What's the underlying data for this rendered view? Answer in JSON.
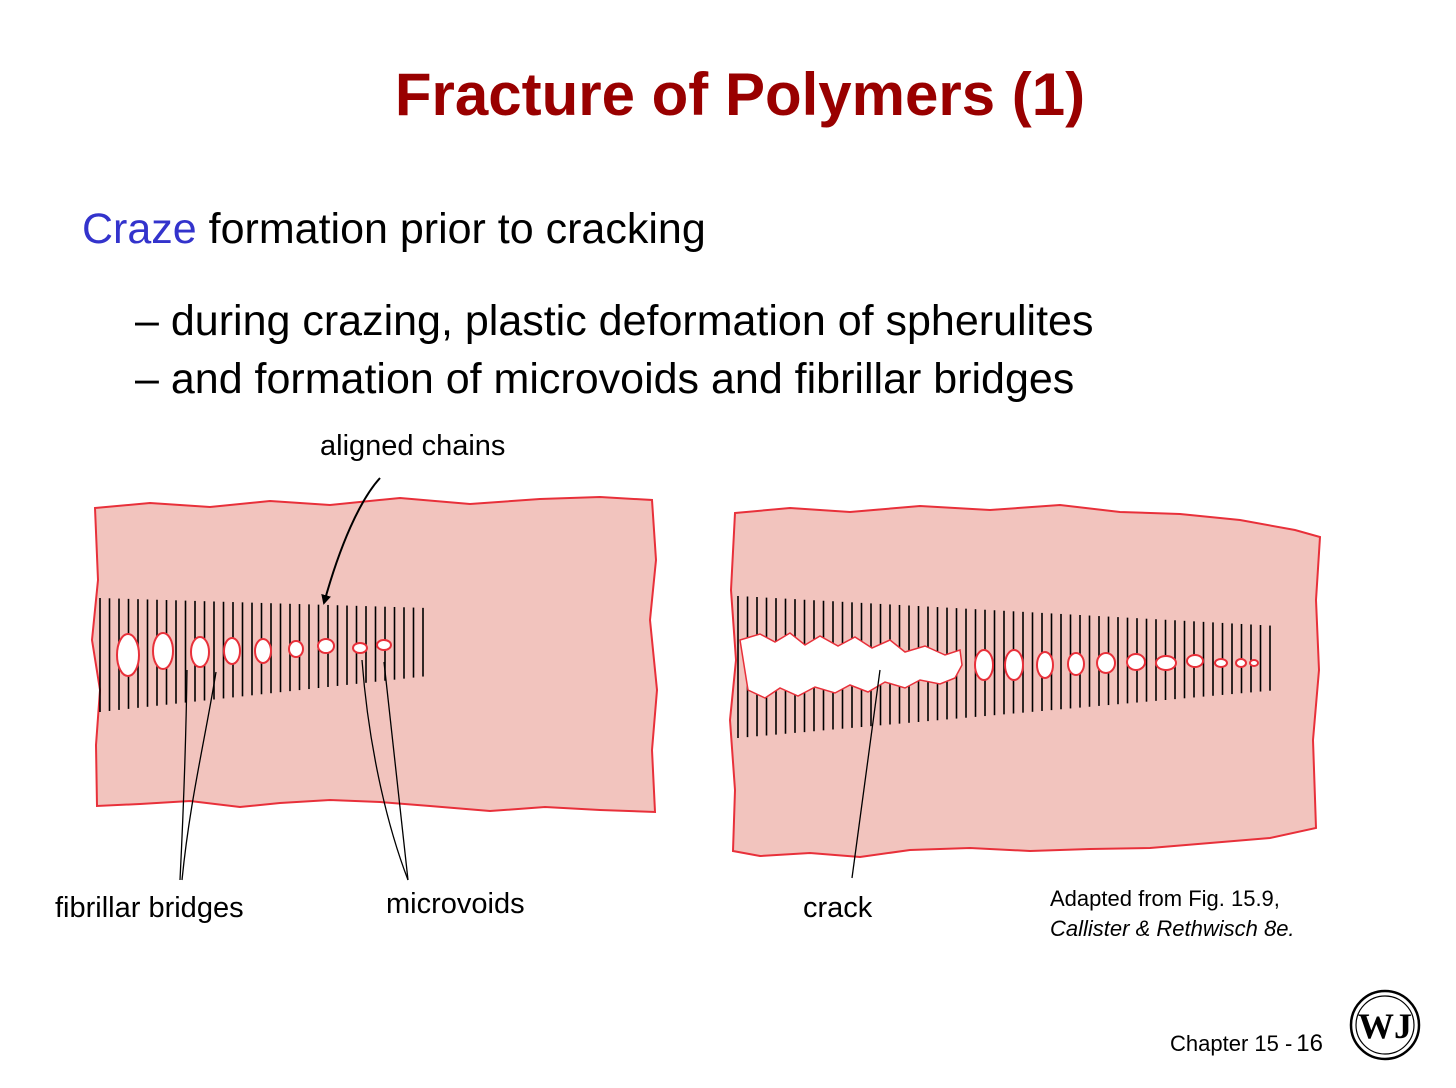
{
  "slide": {
    "title": "Fracture of Polymers (1)",
    "heading_keyword": "Craze",
    "heading_rest": " formation prior to cracking",
    "bullets": [
      "– during crazing, plastic deformation of spherulites",
      "– and formation of microvoids and fibrillar bridges"
    ]
  },
  "diagram": {
    "labels": {
      "aligned_chains": "aligned chains",
      "fibrillar_bridges": "fibrillar bridges",
      "microvoids": "microvoids",
      "crack": "crack"
    },
    "colors": {
      "material_fill": "#f2c4be",
      "material_outline": "#e8303a",
      "chains": "#000000"
    }
  },
  "credit": {
    "line1": "Adapted from Fig. 15.9,",
    "line2": "Callister & Rethwisch 8e."
  },
  "footer": {
    "chapter": "Chapter 15 -",
    "page": "16",
    "logo": "wiley-logo-icon"
  },
  "colors": {
    "title": "#990000",
    "keyword": "#3333cc"
  }
}
